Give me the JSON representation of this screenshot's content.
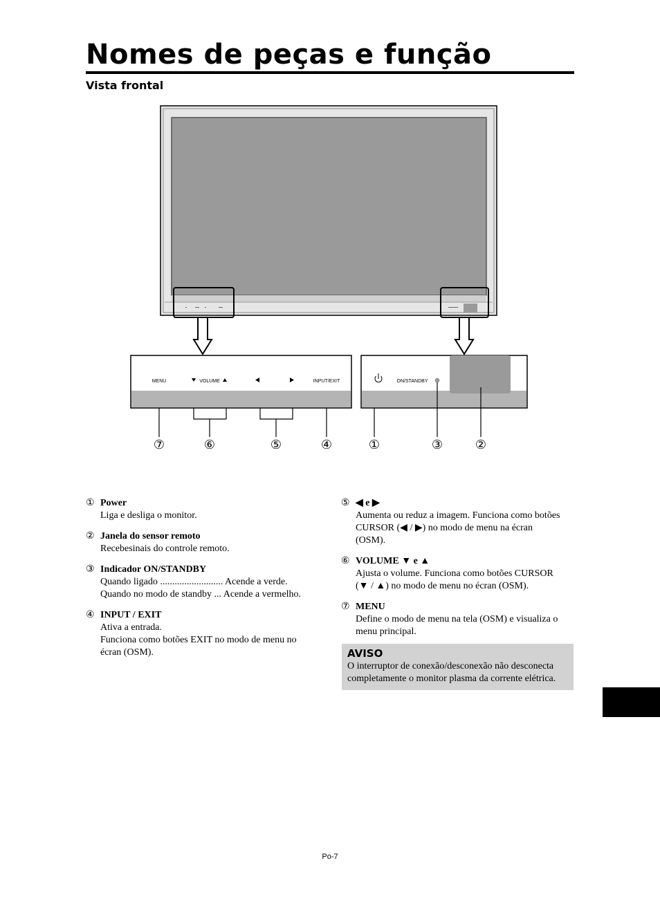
{
  "title": "Nomes de peças e função",
  "subtitle": "Vista frontal",
  "diagram": {
    "menu_label": "MENU",
    "volume_label": "VOLUME",
    "input_exit_label": "INPUT/EXIT",
    "on_standby_label": "ON/STANDBY",
    "callouts": [
      "⑦",
      "⑥",
      "⑤",
      "④",
      "①",
      "③",
      "②"
    ]
  },
  "left_items": [
    {
      "num": "①",
      "title": "Power",
      "lines": [
        "Liga e desliga o monitor."
      ]
    },
    {
      "num": "②",
      "title": "Janela do sensor remoto",
      "lines": [
        "Recebesinais do controle remoto."
      ]
    },
    {
      "num": "③",
      "title": "Indicador ON/STANDBY",
      "lines": [
        "Quando ligado .......................... Acende a verde.",
        "Quando no modo de standby ... Acende a vermelho."
      ]
    },
    {
      "num": "④",
      "title": "INPUT / EXIT",
      "lines": [
        "Ativa a entrada.",
        "Funciona como botões EXIT no modo de menu no",
        "écran (OSM)."
      ]
    }
  ],
  "right_items": [
    {
      "num": "⑤",
      "title": "◀ e ▶",
      "lines": [
        "Aumenta ou reduz a imagem. Funciona como botões",
        "CURSOR (◀ / ▶) no modo de menu na écran",
        "(OSM)."
      ]
    },
    {
      "num": "⑥",
      "title": "VOLUME ▼ e ▲",
      "lines": [
        "Ajusta o volume. Funciona como botões CURSOR",
        "(▼ / ▲) no modo de menu no écran (OSM)."
      ]
    },
    {
      "num": "⑦",
      "title": "MENU",
      "lines": [
        "Define o modo de menu na tela (OSM) e visualiza o",
        "menu principal."
      ]
    }
  ],
  "aviso": {
    "title": "AVISO",
    "lines": [
      "O interruptor de conexão/desconexão não desconecta",
      "completamente o monitor plasma da corrente elétrica."
    ]
  },
  "page_number": "Po-7",
  "colors": {
    "screen": "#9a9a9a",
    "bezel": "#e6e6e6",
    "panel_strip": "#b4b4b4",
    "aviso_bg": "#d2d2d2"
  }
}
